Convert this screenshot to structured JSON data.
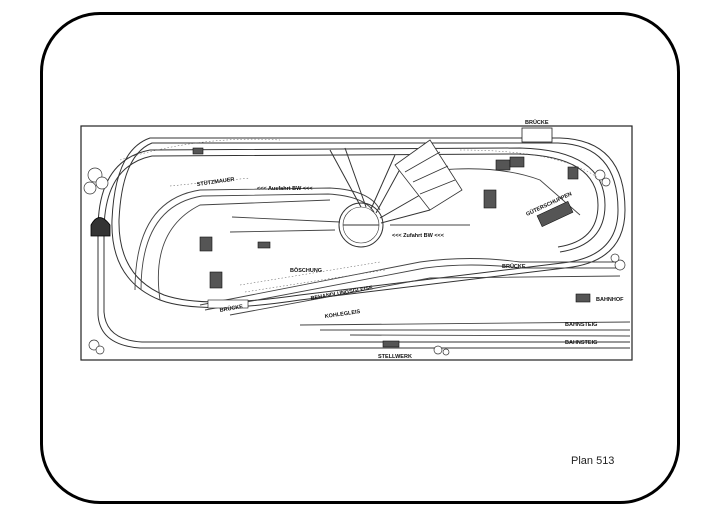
{
  "plan_number": "Plan 513",
  "labels": {
    "bruecke_top": "BRÜCKE",
    "stuetzmauer": "STÜTZMAUER",
    "ausfahrt": "<<< Ausfahrt BW <<<",
    "zufahrt": "<<< Zufahrt BW <<<",
    "gueterschuppen": "GÜTERSCHUPPEN",
    "boeschung": "BÖSCHUNG",
    "bruecke_right": "BRÜCKE",
    "behandlungsgleise": "BEHANDLUNGSGLEISE",
    "bruecke_left": "BRÜCKE",
    "kohlegleis": "KOHLEGLEIS",
    "bahnhof": "BAHNHOF",
    "bahnsteig_1": "BAHNSTEIG",
    "bahnsteig_2": "BAHNSTEIG",
    "stellwerk": "STELLWERK"
  }
}
